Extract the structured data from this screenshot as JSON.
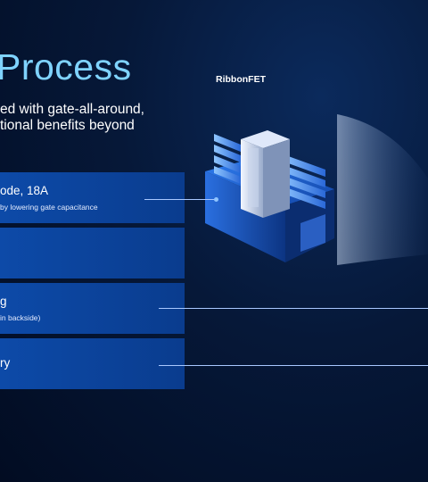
{
  "slide": {
    "title": "Process",
    "subtitle_line1": "ed with gate-all-around,",
    "subtitle_line2": "tional benefits beyond",
    "diagram_label": "RibbonFET"
  },
  "cards": [
    {
      "title": "ode, 18A",
      "subtitle": "by lowering gate capacitance"
    },
    {
      "title": "",
      "subtitle": ""
    },
    {
      "title": "g",
      "subtitle": "in backside)"
    },
    {
      "title": "ry",
      "subtitle": ""
    }
  ],
  "colors": {
    "title": "#7fd3ff",
    "card": "#0d4aa8",
    "background": "#061838"
  }
}
